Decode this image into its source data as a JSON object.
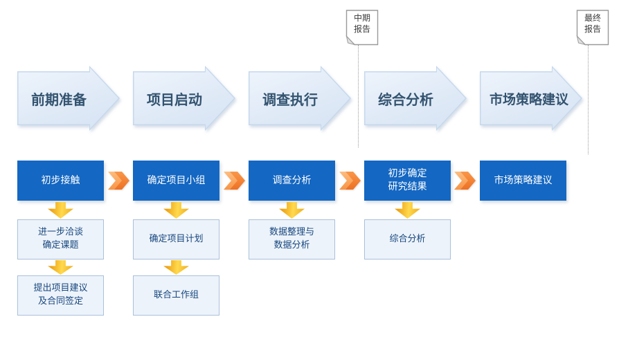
{
  "diagram_type": "project-process-flowchart",
  "reports": [
    {
      "label": "中期\n报告"
    },
    {
      "label": "最终\n报告"
    }
  ],
  "columns": [
    {
      "stage": "前期准备",
      "step": "初步接触",
      "substeps": [
        "进一步洽谈\n确定课题",
        "提出项目建议\n及合同签定"
      ]
    },
    {
      "stage": "项目启动",
      "step": "确定项目小组",
      "substeps": [
        "确定项目计划",
        "联合工作组"
      ]
    },
    {
      "stage": "调查执行",
      "step": "调查分析",
      "substeps": [
        "数据整理与\n数据分析"
      ]
    },
    {
      "stage": "综合分析",
      "step": "初步确定\n研究结果",
      "substeps": [
        "综合分析"
      ]
    },
    {
      "stage": "市场策略建议",
      "step": "市场策略建议",
      "substeps": []
    }
  ],
  "colors": {
    "stage_fill": "#e0eaf7",
    "stage_border": "#c6d8ec",
    "stage_text": "#33536f",
    "step_fill": "#1467c2",
    "step_text": "#ffffff",
    "flow_arrow_orange": "#ee7023",
    "down_arrow_yellow": "#ffd94e",
    "sub_fill": "#edf3fa",
    "sub_border": "#a9c0dc",
    "sub_text": "#17477f",
    "note_border": "#9a9a9a"
  }
}
